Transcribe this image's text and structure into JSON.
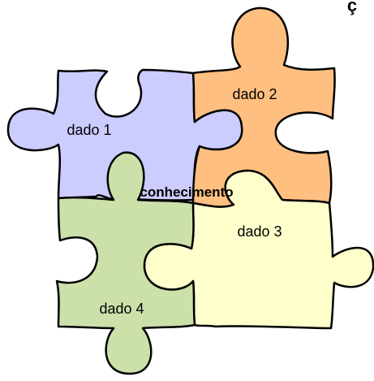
{
  "diagram": {
    "corner_mark": "ç",
    "center_label": "conhecimento",
    "pieces": [
      {
        "id": "dado-1",
        "label": "dado 1",
        "color": "#ccccff"
      },
      {
        "id": "dado-2",
        "label": "dado 2",
        "color": "#ffbf80"
      },
      {
        "id": "dado-3",
        "label": "dado 3",
        "color": "#ffffcc"
      },
      {
        "id": "dado-4",
        "label": "dado 4",
        "color": "#cce0aa"
      }
    ]
  }
}
